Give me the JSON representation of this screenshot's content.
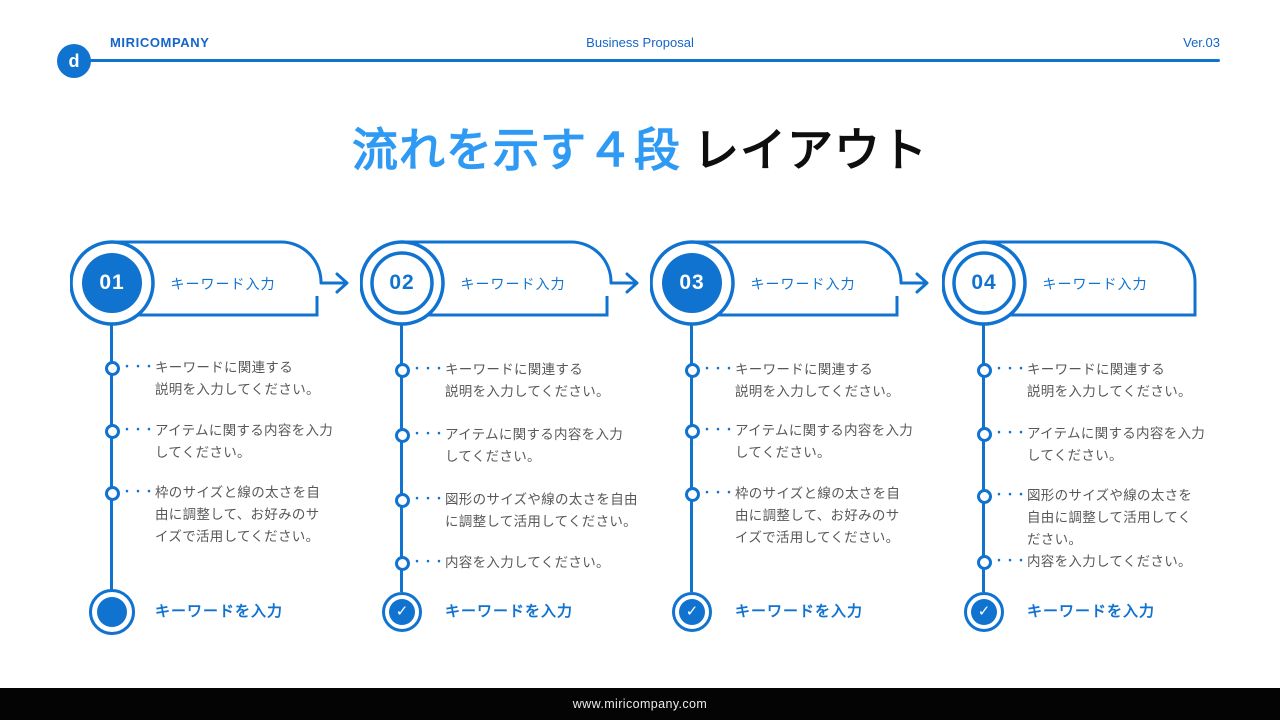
{
  "header": {
    "logo_glyph": "d",
    "company": "MIRICOMPANY",
    "doc_title": "Business Proposal",
    "version": "Ver.03"
  },
  "title": {
    "highlight": "流れを示す４段",
    "rest": "レイアウト"
  },
  "bullet_dots": "・・・",
  "columns": [
    {
      "number": "01",
      "tab_label": "キーワード入力",
      "style": "filled",
      "has_arrow": true,
      "bullets": [
        "キーワードに関連する\n説明を入力してください。",
        "アイテムに関する内容を入力\nしてください。",
        "枠のサイズと線の太さを自\n由に調整して、お好みのサ\nイズで活用してください。"
      ],
      "footer_icon": "dot",
      "footer_label": "キーワードを入力"
    },
    {
      "number": "02",
      "tab_label": "キーワード入力",
      "style": "outline",
      "has_arrow": true,
      "bullets": [
        "キーワードに関連する\n説明を入力してください。",
        "アイテムに関する内容を入力\nしてください。",
        "図形のサイズや線の太さを自由\nに調整して活用してください。",
        "内容を入力してください。"
      ],
      "footer_icon": "check",
      "footer_label": "キーワードを入力"
    },
    {
      "number": "03",
      "tab_label": "キーワード入力",
      "style": "filled",
      "has_arrow": true,
      "bullets": [
        "キーワードに関連する\n説明を入力してください。",
        "アイテムに関する内容を入力\nしてください。",
        "枠のサイズと線の太さを自\n由に調整して、お好みのサ\nイズで活用してください。"
      ],
      "footer_icon": "check",
      "footer_label": "キーワードを入力"
    },
    {
      "number": "04",
      "tab_label": "キーワード入力",
      "style": "outline",
      "has_arrow": false,
      "bullets": [
        "キーワードに関連する\n説明を入力してください。",
        "アイテムに関する内容を入力\nしてください。",
        "図形のサイズや線の太さを\n自由に調整して活用してく\nださい。",
        "内容を入力してください。"
      ],
      "footer_icon": "check",
      "footer_label": "キーワードを入力"
    }
  ],
  "footer": {
    "url": "www.miricompany.com"
  },
  "colors": {
    "primary": "#1173d0",
    "header_blue": "#1465c8",
    "title_blue": "#2e9af4",
    "text_gray": "#585858",
    "footer_bg": "#040404"
  }
}
